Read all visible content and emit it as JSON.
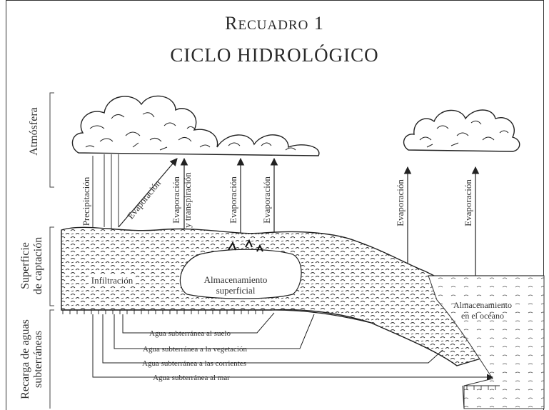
{
  "header": {
    "kicker_first": "R",
    "kicker_rest": "ECUADRO",
    "kicker_number": "1",
    "title": "CICLO HIDROLÓGICO"
  },
  "zones": {
    "atmosphere": "Atmósfera",
    "surface_line1": "Superficie",
    "surface_line2": "de captación",
    "recharge_line1": "Recarga de aguas",
    "recharge_line2": "subterráneas"
  },
  "vertical_labels": {
    "precipitation": "Precipitación",
    "evap_diag": "Evaporación",
    "evap_transp_line1": "Evaporación",
    "evap_transp_line2": "y transpiración",
    "evap_3": "Evaporación",
    "evap_4": "Evaporación",
    "evap_5": "Evaporación",
    "evap_6": "Evaporación"
  },
  "area_labels": {
    "infiltration": "Infiltración",
    "surface_storage_line1": "Almacenamiento",
    "surface_storage_line2": "superficial",
    "ocean_storage_line1": "Almacenamiento",
    "ocean_storage_line2": "en el océano"
  },
  "groundwater_labels": {
    "to_soil": "Agua subterránea al suelo",
    "to_vegetation": "Agua subterránea a la vegetación",
    "to_streams": "Agua subterránea a las corrientes",
    "to_sea": "Agua subterránea al mar"
  }
}
